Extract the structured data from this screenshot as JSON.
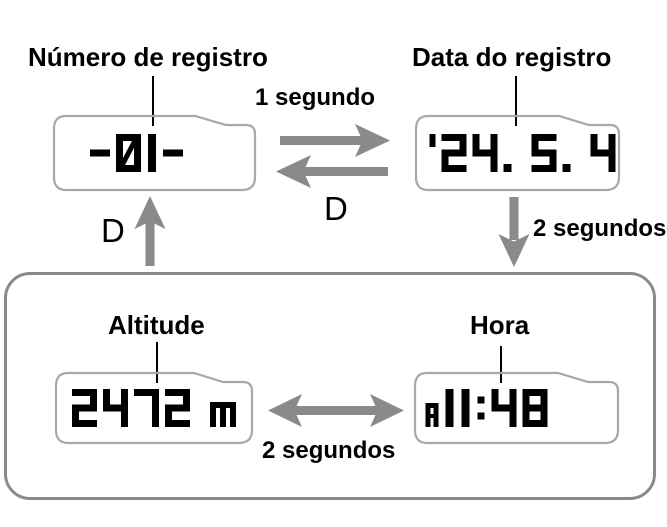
{
  "diagram": {
    "captions": {
      "record_number": "Número de registro",
      "record_date": "Data do registro",
      "altitude": "Altitude",
      "time": "Hora"
    },
    "transitions": {
      "one_second": "1 segundo",
      "two_seconds_right": "2 segundos",
      "two_seconds_bottom": "2 segundos",
      "button_d_top": "D",
      "button_d_left": "D"
    },
    "displays": {
      "record_number": "-01-",
      "record_date": "'24. 5. 4",
      "altitude": "2472 m",
      "time": "A11:48"
    },
    "colors": {
      "arrow": "#8a8a8a",
      "lcd_border": "#a8a8a8",
      "group_border": "#8a8a8a",
      "text": "#000000"
    }
  }
}
